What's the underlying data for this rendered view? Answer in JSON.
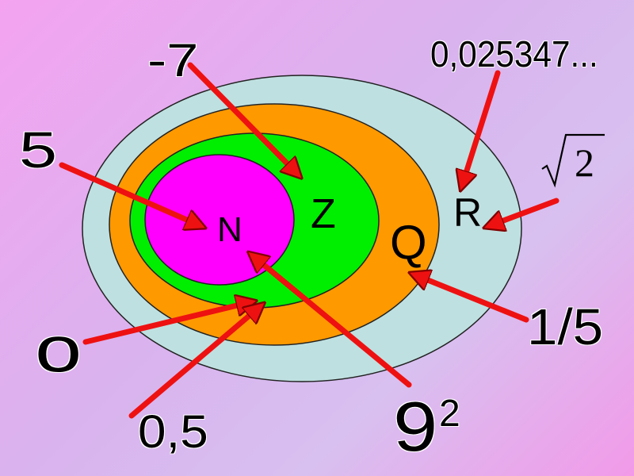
{
  "sets": {
    "R": {
      "label": "R",
      "color": "#bfe0e0"
    },
    "Q": {
      "label": "Q",
      "color": "#ff9900"
    },
    "Z": {
      "label": "Z",
      "color": "#00ee00"
    },
    "N": {
      "label": "N",
      "color": "#ff00ff"
    }
  },
  "numbers": {
    "neg7": "-7",
    "five": "5",
    "zero": "o",
    "half": "0,5",
    "nine_base": "9",
    "nine_exp": "2",
    "fifth": "1/5",
    "decimal": "0,025347...",
    "sqrt_radicand": "2"
  },
  "arrow_color": "#ee1111"
}
